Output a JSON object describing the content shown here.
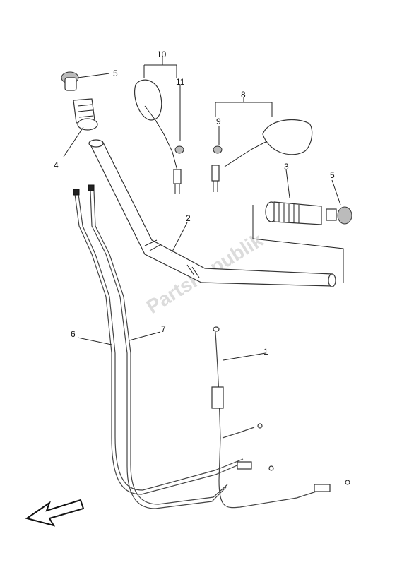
{
  "callouts": {
    "c1": "1",
    "c2": "2",
    "c3": "3",
    "c4": "4",
    "c5a": "5",
    "c5b": "5",
    "c6": "6",
    "c7": "7",
    "c8": "8",
    "c9": "9",
    "c10": "10",
    "c11": "11"
  },
  "watermark": "PartsRepublik",
  "icons": {
    "direction_arrow": "front-direction-arrow-icon"
  }
}
